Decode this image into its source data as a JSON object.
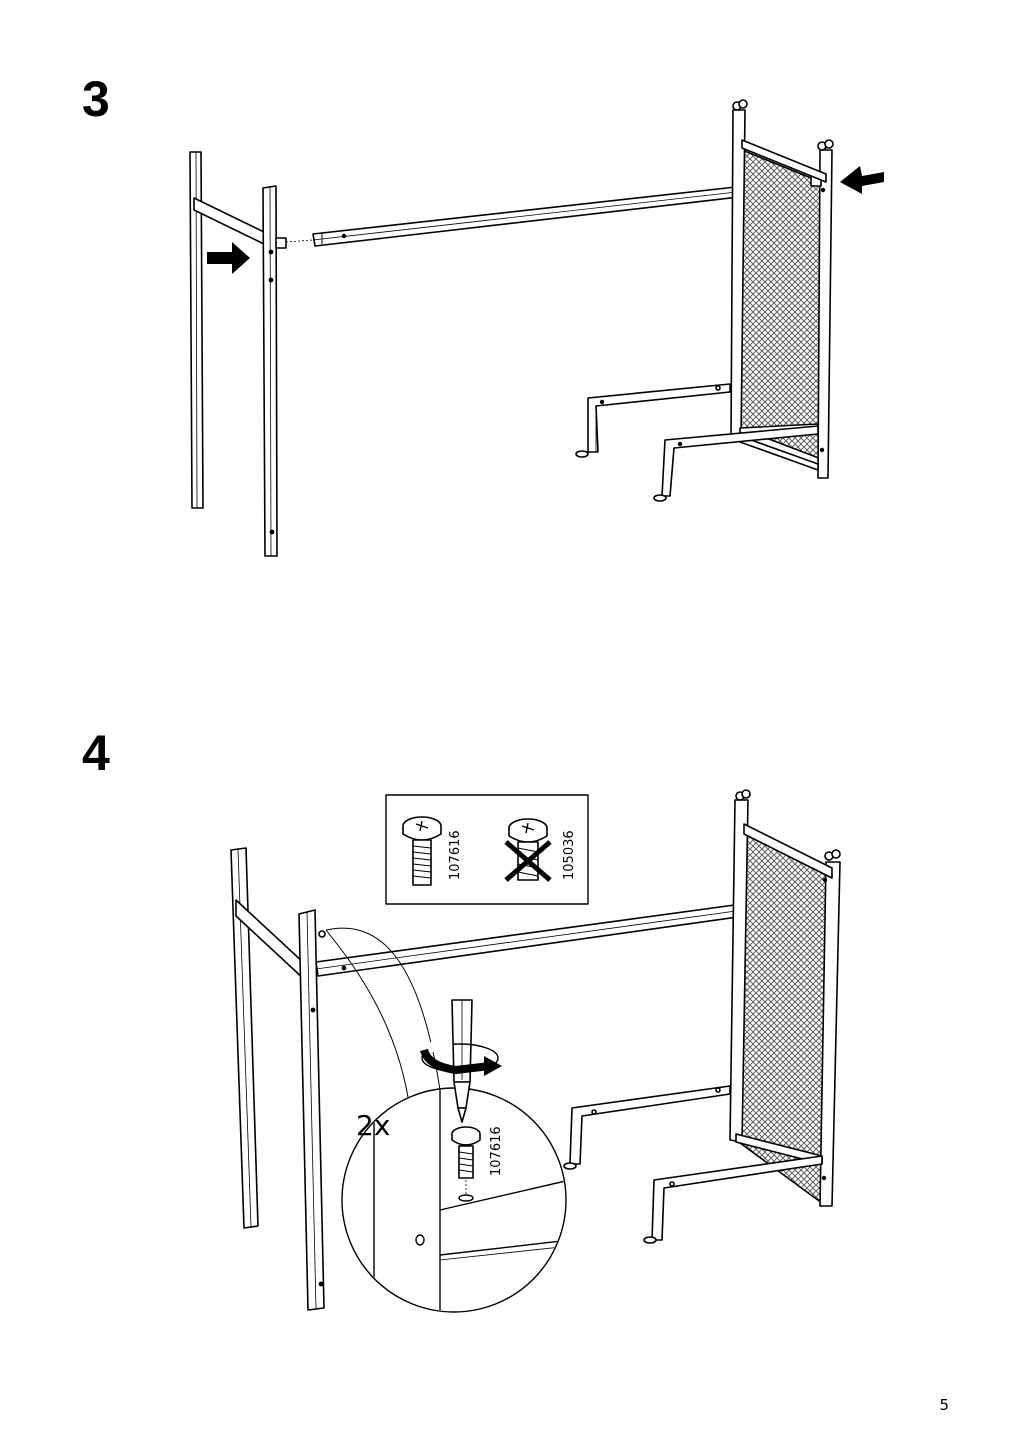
{
  "page": {
    "number": "5"
  },
  "steps": [
    {
      "number": "3"
    },
    {
      "number": "4",
      "hardware_callout": {
        "correct_screw": {
          "part_number": "107616",
          "icon": "pan-head-screw-icon"
        },
        "wrong_screw": {
          "part_number": "105036",
          "icon": "crossed-out-screw-icon"
        }
      },
      "detail": {
        "quantity": "2x",
        "screw_part_number": "107616",
        "tool": "screwdriver-icon"
      }
    }
  ],
  "colors": {
    "ink": "#000000",
    "paper": "#ffffff",
    "mesh": "#8a8a8a"
  }
}
